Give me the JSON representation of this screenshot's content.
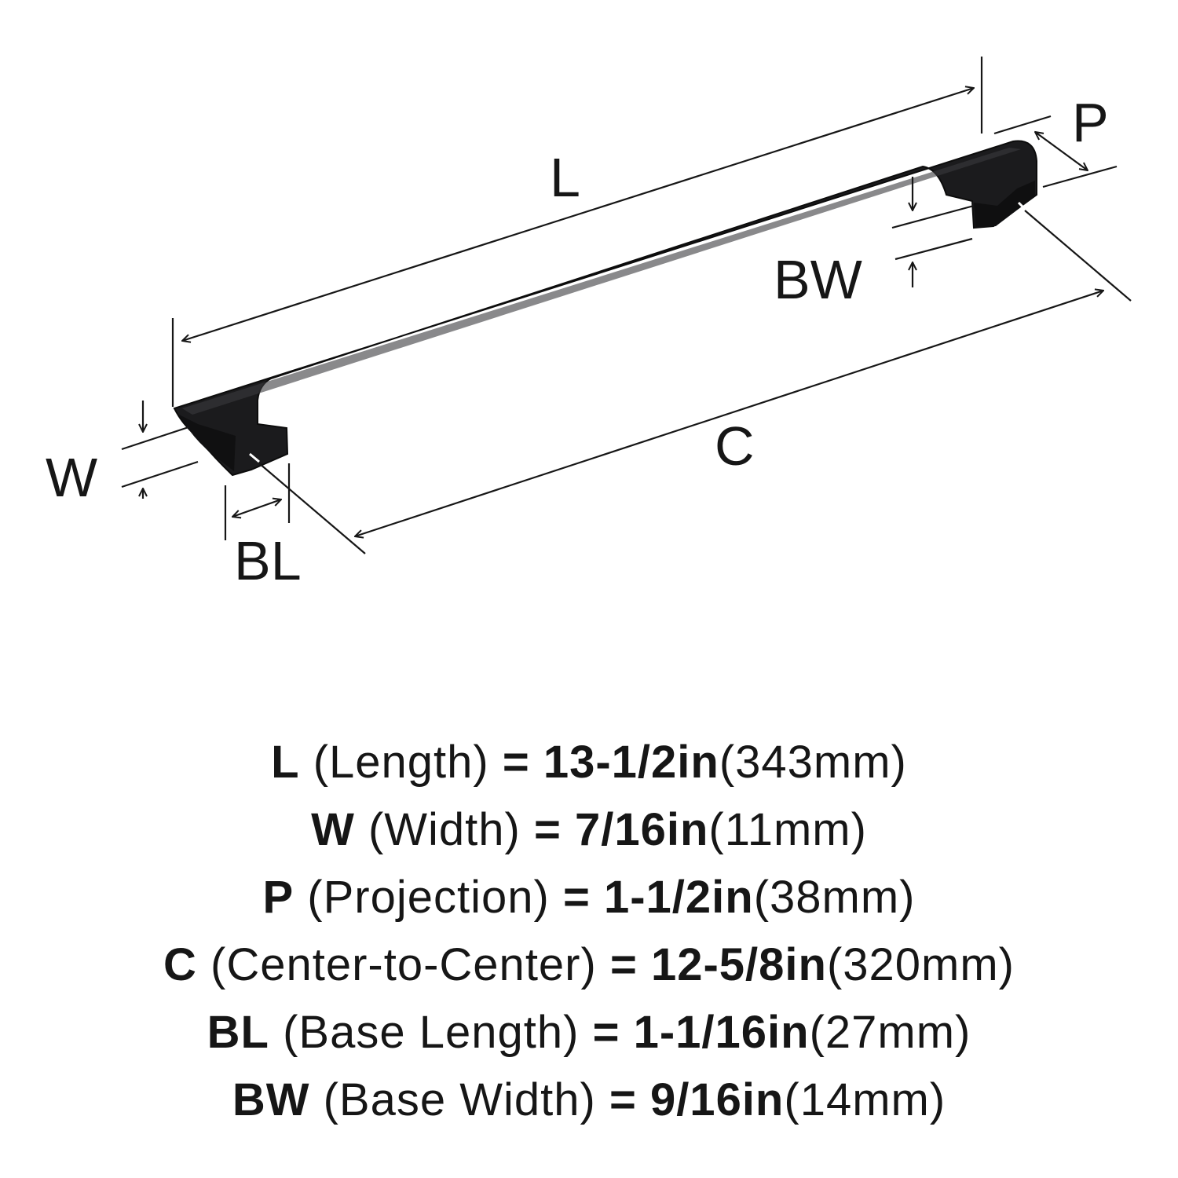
{
  "dimension_labels": {
    "L": "L",
    "P": "P",
    "BW": "BW",
    "C": "C",
    "W": "W",
    "BL": "BL"
  },
  "specs": [
    {
      "symbol": "L",
      "name": "(Length)",
      "equals": "=",
      "inches": "13-1/2in",
      "mm": "(343mm)"
    },
    {
      "symbol": "W",
      "name": "(Width)",
      "equals": "=",
      "inches": "7/16in",
      "mm": "(11mm)"
    },
    {
      "symbol": "P",
      "name": "(Projection)",
      "equals": "=",
      "inches": "1-1/2in",
      "mm": "(38mm)"
    },
    {
      "symbol": "C",
      "name": "(Center-to-Center)",
      "equals": "=",
      "inches": "12-5/8in",
      "mm": "(320mm)"
    },
    {
      "symbol": "BL",
      "name": "(Base Length)",
      "equals": "=",
      "inches": "1-1/16in",
      "mm": "(27mm)"
    },
    {
      "symbol": "BW",
      "name": "(Base Width)",
      "equals": "=",
      "inches": "9/16in",
      "mm": "(14mm)"
    }
  ]
}
